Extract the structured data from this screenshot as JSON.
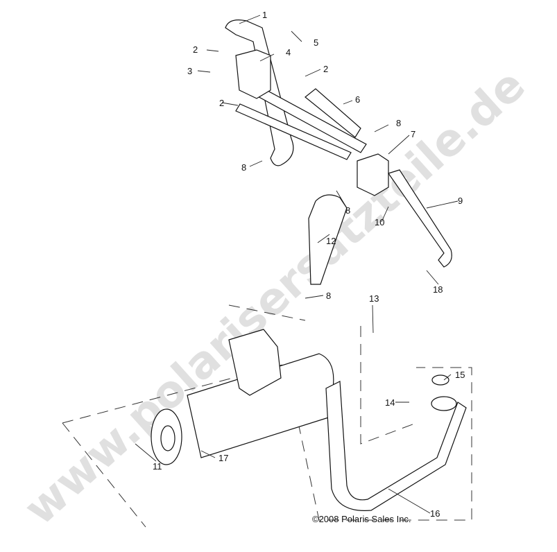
{
  "watermark": "www.polarisersatzteile.de",
  "copyright": "©2008 Polaris Sales Inc.",
  "callouts": [
    "1",
    "2",
    "3",
    "4",
    "5",
    "2",
    "6",
    "2",
    "8",
    "7",
    "8",
    "9",
    "8",
    "10",
    "12",
    "18",
    "8",
    "13",
    "15",
    "14",
    "11",
    "17",
    "16"
  ]
}
